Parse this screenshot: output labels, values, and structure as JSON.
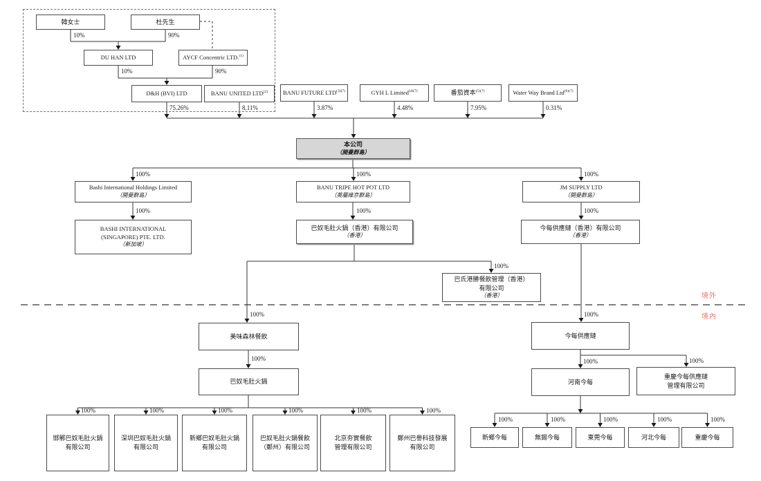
{
  "region_labels": {
    "offshore": "境外",
    "onshore": "境內"
  },
  "colors": {
    "accent_red": "#ec7468",
    "company_fill": "#d6d6d6",
    "line": "#333333"
  },
  "percents": {
    "han_to_duhan": "10%",
    "du_to_duhan": "90%",
    "duhan_to_dh": "10%",
    "aycf_to_dh": "90%",
    "dh_to_company": "75.26%",
    "banu_united_to_company": "8.11%",
    "banu_future_to_company": "3.87%",
    "gyh_to_company": "4.48%",
    "tomato_to_company": "7.95%",
    "water_way_to_company": "0.31%",
    "full": "100%"
  },
  "nodes": {
    "ms_han": {
      "line1": "韓女士"
    },
    "mr_du": {
      "line1": "杜先生"
    },
    "du_han": {
      "line1": "DU HAN LTD"
    },
    "aycf": {
      "line1": "AYCF Concentric LTD.",
      "sup": "(1)"
    },
    "dh_bvi": {
      "line1": "D&H (BVI) LTD"
    },
    "banu_united": {
      "line1": "BANU UNITED LTD",
      "sup": "(2)"
    },
    "banu_future": {
      "line1": "BANU FUTURE LTD",
      "sup": "(3)(7)"
    },
    "gyh_l": {
      "line1": "GYH L Limited",
      "sup": "(4)(7)"
    },
    "tomato_capital": {
      "line1": "番茄資本",
      "sup": "(5)(7)"
    },
    "water_way": {
      "line1": "Water Way Brand Ltd",
      "sup": "(6)(7)"
    },
    "company": {
      "line1": "本公司",
      "line2": "（開曼群島）"
    },
    "bashi_holdings": {
      "line1": "Bashi International Holdings Limited",
      "line2": "（開曼群島）"
    },
    "banu_tripe": {
      "line1": "BANU TRIPE HOT POT LTD",
      "line2": "（英屬維京群島）"
    },
    "jm_supply": {
      "line1": "JM SUPPLY LTD",
      "line2": "（開曼群島）"
    },
    "bashi_singapore": {
      "line1": "BASHI INTERNATIONAL",
      "line2": "(SINGAPORE) PTE. LTD.",
      "line3": "（新加坡）"
    },
    "banu_hk": {
      "line1": "巴奴毛肚火鍋（香港）有限公司",
      "line2": "（香港）"
    },
    "jinmei_hk": {
      "line1": "今每供應鏈（香港）有限公司",
      "line2": "（香港）"
    },
    "bashi_gangsheng": {
      "line1": "巴氏港勝餐飲管理（香港）",
      "line2": "有限公司",
      "line3": "（香港）"
    },
    "meiwei_senlin": {
      "line1": "美味森林餐飲"
    },
    "banu_hotpot": {
      "line1": "巴奴毛肚火鍋"
    },
    "jinmei_supply": {
      "line1": "今每供應鏈"
    },
    "henan_jinmei": {
      "line1": "河南今每"
    },
    "chongqing_jinmei_supply": {
      "line1": "重慶今每供應鏈",
      "line2": "管理有限公司"
    },
    "handan_banu": {
      "line1": "邯鄲巴奴毛肚火鍋",
      "line2": "有限公司"
    },
    "shenzhen_banu": {
      "line1": "深圳巴奴毛肚火鍋",
      "line2": "有限公司"
    },
    "xinxiang_banu": {
      "line1": "新鄉巴奴毛肚火鍋",
      "line2": "有限公司"
    },
    "zhengzhou_banu": {
      "line1": "巴奴毛肚火鍋餐飲",
      "line2": "（鄭州）有限公司"
    },
    "beijing_hangshi": {
      "line1": "北京夯實餐飲",
      "line2": "管理有限公司"
    },
    "zhengzhou_tech": {
      "line1": "鄭州巴譽科技發展",
      "line2": "有限公司"
    },
    "xinxiang_jinmei": {
      "line1": "新鄉今每"
    },
    "wuxi_jinmei": {
      "line1": "無錫今每"
    },
    "dongguan_jinmei": {
      "line1": "東莞今每"
    },
    "hebei_jinmei": {
      "line1": "河北今每"
    },
    "chongqing_jinmei": {
      "line1": "重慶今每"
    }
  }
}
